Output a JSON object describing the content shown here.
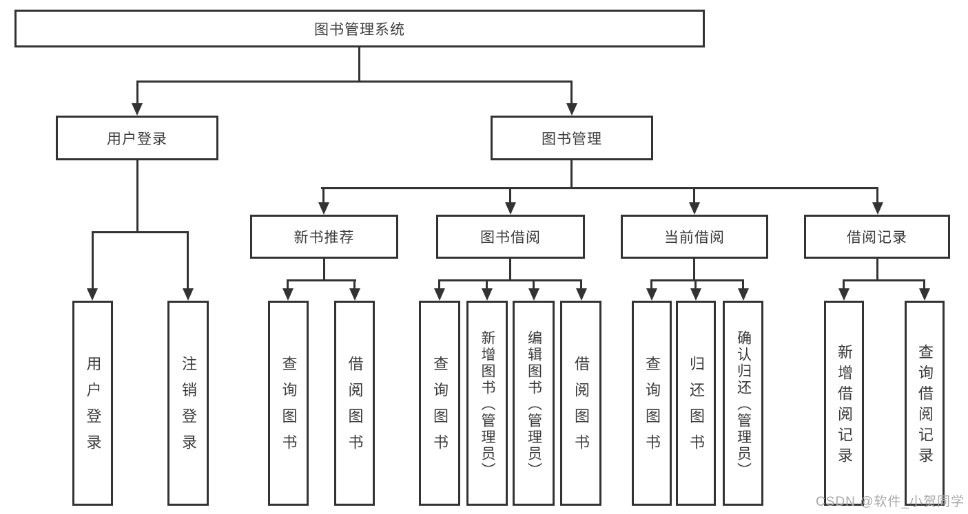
{
  "diagram": {
    "title": "图书管理系统",
    "root": {
      "label": "图书管理系统"
    },
    "branches": [
      {
        "label": "用户登录",
        "children": [
          {
            "label": "用户登录"
          },
          {
            "label": "注销登录"
          }
        ]
      },
      {
        "label": "图书管理",
        "children": [
          {
            "label": "新书推荐",
            "children": [
              {
                "label": "查询图书"
              },
              {
                "label": "借阅图书"
              }
            ]
          },
          {
            "label": "图书借阅",
            "children": [
              {
                "label": "查询图书"
              },
              {
                "label": "新增图书（管理员）"
              },
              {
                "label": "编辑图书（管理员）"
              },
              {
                "label": "借阅图书"
              }
            ]
          },
          {
            "label": "当前借阅",
            "children": [
              {
                "label": "查询图书"
              },
              {
                "label": "归还图书"
              },
              {
                "label": "确认归还（管理员）"
              }
            ]
          },
          {
            "label": "借阅记录",
            "children": [
              {
                "label": "新增借阅记录"
              },
              {
                "label": "查询借阅记录"
              }
            ]
          }
        ]
      }
    ]
  },
  "watermark": {
    "text": "CSDN @软件_小贺同学"
  },
  "colors": {
    "line": "#333333",
    "text": "#3a3a3a",
    "watermark": "#a9a9a9",
    "background": "#ffffff"
  }
}
